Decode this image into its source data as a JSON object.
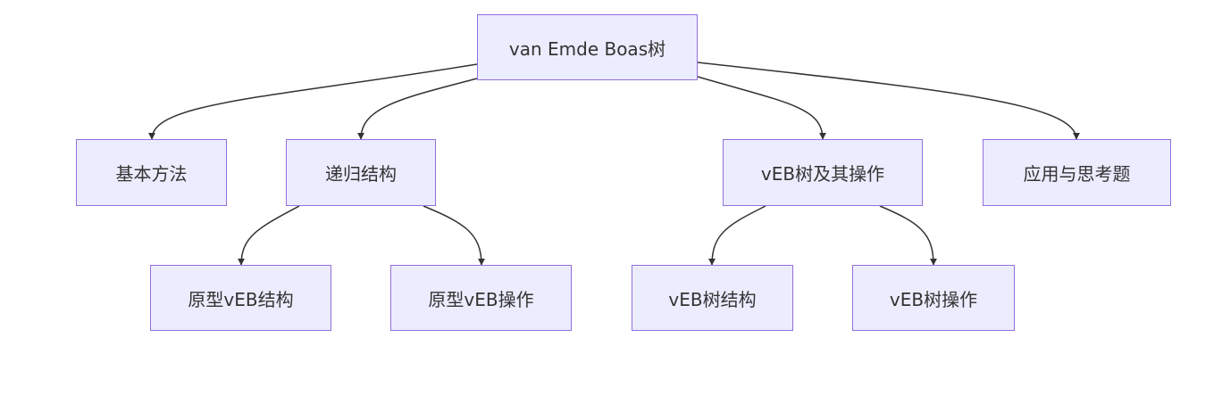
{
  "diagram": {
    "nodes": [
      {
        "id": "root",
        "label": "van Emde Boas树"
      },
      {
        "id": "basic",
        "label": "基本方法"
      },
      {
        "id": "recursive",
        "label": "递归结构"
      },
      {
        "id": "veb_tree",
        "label": "vEB树及其操作"
      },
      {
        "id": "applications",
        "label": "应用与思考题"
      },
      {
        "id": "proto_structure",
        "label": "原型vEB结构"
      },
      {
        "id": "proto_operations",
        "label": "原型vEB操作"
      },
      {
        "id": "veb_structure",
        "label": "vEB树结构"
      },
      {
        "id": "veb_operations",
        "label": "vEB树操作"
      }
    ],
    "edges": [
      {
        "from": "root",
        "to": "basic"
      },
      {
        "from": "root",
        "to": "recursive"
      },
      {
        "from": "root",
        "to": "veb_tree"
      },
      {
        "from": "root",
        "to": "applications"
      },
      {
        "from": "recursive",
        "to": "proto_structure"
      },
      {
        "from": "recursive",
        "to": "proto_operations"
      },
      {
        "from": "veb_tree",
        "to": "veb_structure"
      },
      {
        "from": "veb_tree",
        "to": "veb_operations"
      }
    ],
    "colors": {
      "node_fill": "#ececff",
      "node_border": "#9370db",
      "edge": "#333333",
      "text": "#333333"
    }
  }
}
